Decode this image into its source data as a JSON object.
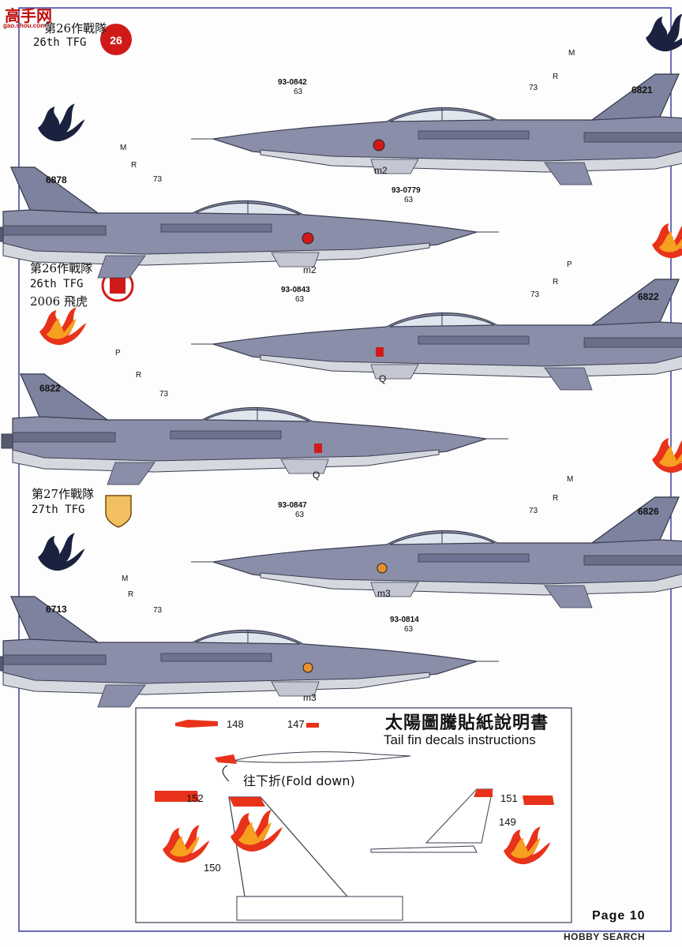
{
  "site": {
    "logo": "高手网",
    "url": "gao.shou.com"
  },
  "units": [
    {
      "zh": "第26作戰隊",
      "en": "26th TFG",
      "badge": "26"
    },
    {
      "zh": "第26作戰隊",
      "en": "26th TFG",
      "extra": "2006 飛虎"
    },
    {
      "zh": "第27作戰隊",
      "en": "27th TFG"
    }
  ],
  "jets": [
    {
      "serial": "93-0842",
      "tail": "6821",
      "fin": "M",
      "m": "m2"
    },
    {
      "serial": "93-0779",
      "tail": "6878",
      "fin": "M",
      "m": "m2"
    },
    {
      "serial": "93-0843",
      "tail": "6822",
      "fin": "P",
      "m": "Q"
    },
    {
      "serial": "",
      "tail": "6822",
      "fin": "P",
      "m": "Q"
    },
    {
      "serial": "93-0847",
      "tail": "6826",
      "fin": "M",
      "m": "m3"
    },
    {
      "serial": "93-0814",
      "tail": "6713",
      "fin": "M",
      "m": "m3"
    }
  ],
  "common_labels": {
    "r": "R",
    "num73": "73",
    "num63": "63"
  },
  "instructions": {
    "title_zh": "太陽圖騰貼紙說明書",
    "title_en": "Tail fin decals instructions",
    "fold": "往下折(Fold down)",
    "decals": [
      "148",
      "147",
      "152",
      "150",
      "151",
      "149"
    ]
  },
  "footer": {
    "page": "Page 10",
    "hobbysearch": "HOBBY SEARCH"
  },
  "colors": {
    "body": "#8a8ea8",
    "belly": "#d6d8e0",
    "flame": "#e8321a",
    "flame_dark": "#b01010",
    "canopy": "#dfe6ee"
  }
}
